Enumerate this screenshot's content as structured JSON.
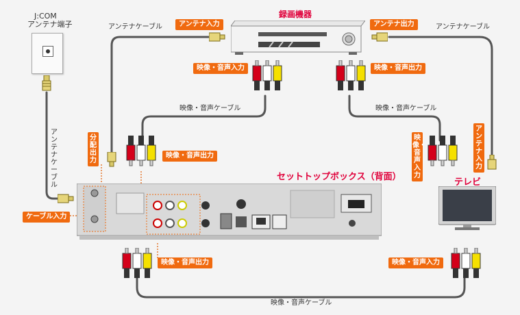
{
  "wall_outlet": {
    "label_line1": "J:COM",
    "label_line2": "アンテナ端子"
  },
  "recorder": {
    "title": "録画機器"
  },
  "stb": {
    "title": "セットトップボックス（背面）"
  },
  "tv": {
    "title": "テレビ"
  },
  "labels": {
    "antenna_cable_top_left": "アンテナケーブル",
    "antenna_cable_top_right": "アンテナケーブル",
    "antenna_cable_left": "アンテナケーブル",
    "antenna_input": "アンテナ入力",
    "antenna_output": "アンテナ出力",
    "av_input": "映像・音声入力",
    "av_output": "映像・音声出力",
    "av_cable": "映像・音声ケーブル",
    "splitter_output": "分配出力",
    "cable_input": "ケーブル入力"
  },
  "colors": {
    "tag_background": "#f06a0f",
    "title_red": "#e0003a",
    "rca_red": "#d4001a",
    "rca_white": "#ffffff",
    "rca_yellow": "#f5e000",
    "cable": "#555555"
  }
}
